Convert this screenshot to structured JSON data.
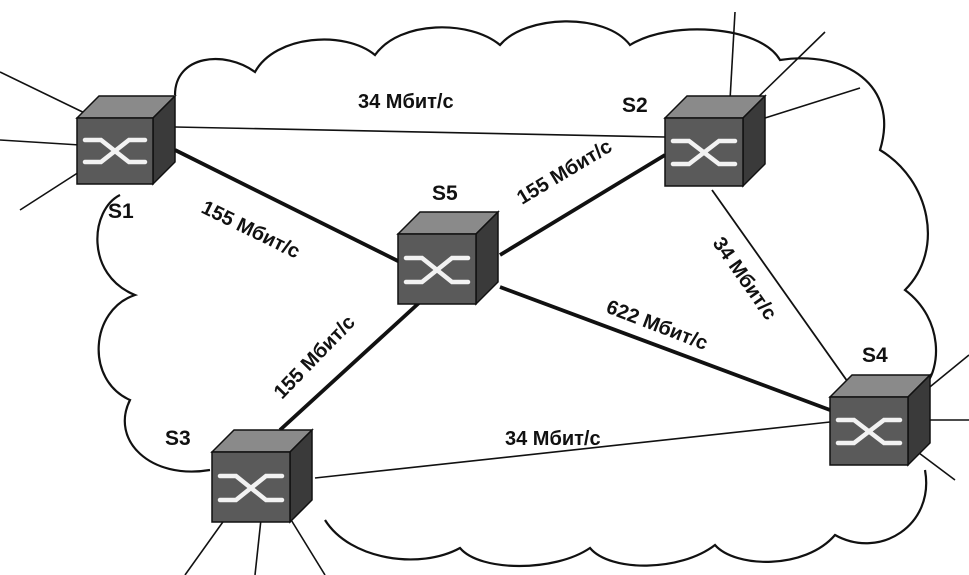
{
  "colors": {
    "ink": "#111111",
    "switch_face": "#5a5a5a",
    "switch_top": "#8a8a8a",
    "switch_side": "#3a3a3a",
    "switch_symbol": "#f2f2f2"
  },
  "nodes": [
    {
      "id": "S1",
      "label": "S1",
      "icon": "switch-icon"
    },
    {
      "id": "S2",
      "label": "S2",
      "icon": "switch-icon"
    },
    {
      "id": "S3",
      "label": "S3",
      "icon": "switch-icon"
    },
    {
      "id": "S4",
      "label": "S4",
      "icon": "switch-icon"
    },
    {
      "id": "S5",
      "label": "S5",
      "icon": "switch-icon"
    }
  ],
  "links": [
    {
      "from": "S1",
      "to": "S2",
      "label": "34 Мбит/с",
      "weight": "thin"
    },
    {
      "from": "S1",
      "to": "S5",
      "label": "155 Мбит/с",
      "weight": "thick"
    },
    {
      "from": "S2",
      "to": "S5",
      "label": "155 Мбит/с",
      "weight": "thick"
    },
    {
      "from": "S2",
      "to": "S4",
      "label": "34 Мбит/с",
      "weight": "thin"
    },
    {
      "from": "S5",
      "to": "S4",
      "label": "622 Мбит/с",
      "weight": "thick"
    },
    {
      "from": "S3",
      "to": "S5",
      "label": "155 Мбит/с",
      "weight": "thick"
    },
    {
      "from": "S3",
      "to": "S4",
      "label": "34 Мбит/с",
      "weight": "thin"
    }
  ]
}
